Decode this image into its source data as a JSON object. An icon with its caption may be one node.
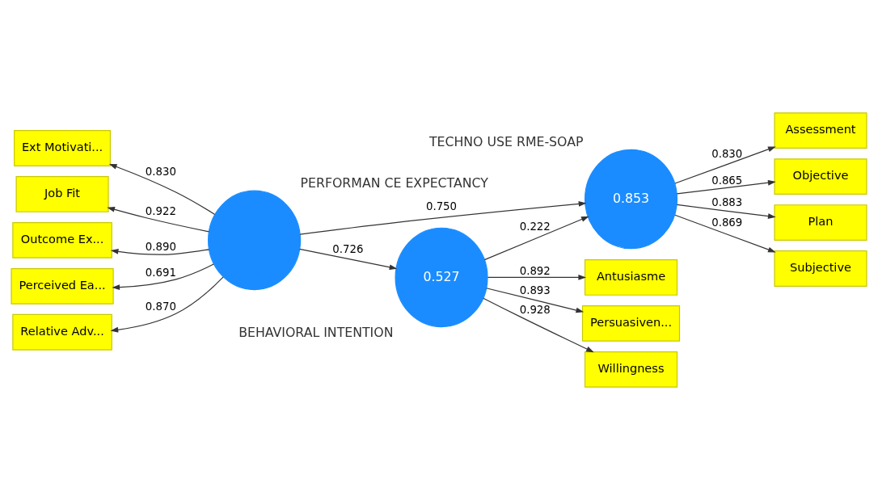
{
  "diagram": {
    "nodes": [
      {
        "text": [
          "Ext Motivati..."
        ]
      },
      {
        "text": [
          "Job Fit"
        ]
      },
      {
        "text": [
          "Outcome Ex..."
        ]
      },
      {
        "text": [
          "Perceived Ea..."
        ]
      },
      {
        "text": [
          "Relative Adv..."
        ]
      },
      {
        "text": [],
        "shape": "circle",
        "beside": [
          "PERFORMAN CE EXPECTANCY"
        ]
      },
      {
        "text": [
          "0.853"
        ],
        "beside": [
          "TECHNO USE RME-SOAP"
        ]
      },
      {
        "text": [
          "Assessment"
        ]
      },
      {
        "text": [
          "Objective"
        ]
      },
      {
        "text": [
          "Plan"
        ]
      },
      {
        "text": [
          "Subjective"
        ]
      },
      {
        "text": [
          "0.527"
        ],
        "beside": [
          "BEHAVIORAL INTENTION"
        ]
      },
      {
        "text": [
          "Antusiasme"
        ]
      },
      {
        "text": [
          "Persuasiven..."
        ]
      },
      {
        "text": [
          "Willingness"
        ]
      }
    ],
    "edges": [
      {
        "from": 5,
        "to": 0,
        "arrow": "to",
        "label": "0.830"
      },
      {
        "from": 5,
        "to": 1,
        "arrow": "to",
        "label": "0.922"
      },
      {
        "from": 5,
        "to": 2,
        "arrow": "to",
        "label": "0.890"
      },
      {
        "from": 5,
        "to": 3,
        "arrow": "to",
        "label": "0.691"
      },
      {
        "from": 5,
        "to": 4,
        "arrow": "to",
        "label": "0.870"
      },
      {
        "from": 5,
        "to": 6,
        "arrow": "to",
        "label": "0.750"
      },
      {
        "from": 5,
        "to": 11,
        "arrow": "to",
        "label": "0.726"
      },
      {
        "from": 11,
        "to": 6,
        "arrow": "to",
        "label": "0.222"
      },
      {
        "from": 6,
        "to": 7,
        "arrow": "to",
        "label": "0.830"
      },
      {
        "from": 6,
        "to": 8,
        "arrow": "to",
        "label": "0.865"
      },
      {
        "from": 6,
        "to": 9,
        "arrow": "to",
        "label": "0.883"
      },
      {
        "from": 6,
        "to": 10,
        "arrow": "to",
        "label": "0.869"
      },
      {
        "from": 11,
        "to": 12,
        "arrow": "to",
        "label": "0.892"
      },
      {
        "from": 11,
        "to": 13,
        "arrow": "to",
        "label": "0.893"
      },
      {
        "from": 11,
        "to": 14,
        "arrow": "to",
        "label": "0.928"
      }
    ]
  }
}
